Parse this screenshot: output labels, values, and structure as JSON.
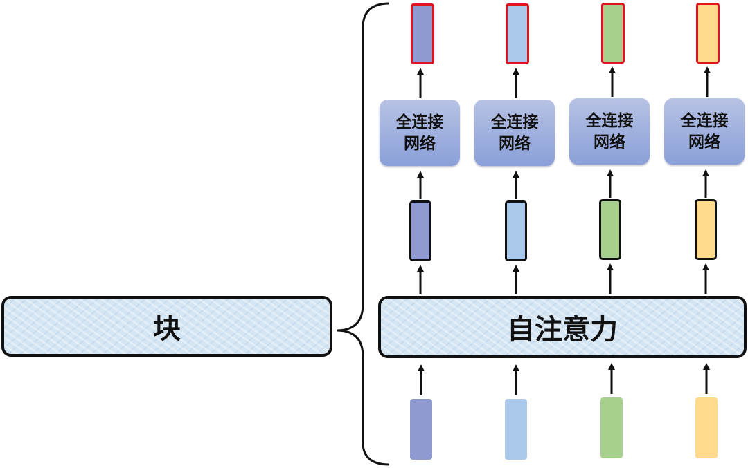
{
  "block_label": "块",
  "self_attention_label": "自注意力",
  "fc_network": {
    "line1": "全连接",
    "line2": "网络"
  },
  "columns": [
    {
      "color": "#8f9bd0"
    },
    {
      "color": "#a9c8ea"
    },
    {
      "color": "#a8d08d"
    },
    {
      "color": "#ffd98c"
    }
  ],
  "output_border_color": "#e0141e"
}
